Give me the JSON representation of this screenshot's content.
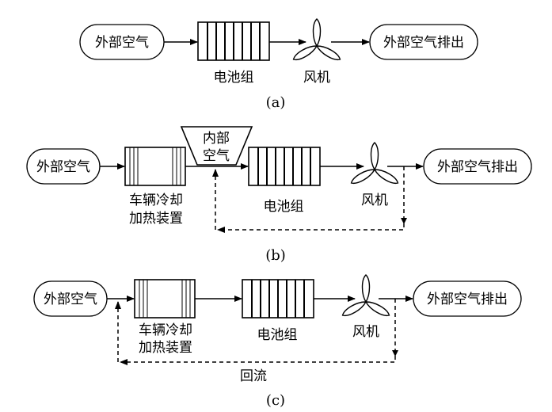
{
  "colors": {
    "stroke": "#000000",
    "background": "#ffffff"
  },
  "panel_a": {
    "caption": "(a)",
    "inlet": "外部空气",
    "battery_label": "电池组",
    "fan_label": "风机",
    "outlet": "外部空气排出"
  },
  "panel_b": {
    "caption": "(b)",
    "inlet": "外部空气",
    "hvac_label_line1": "车辆冷却",
    "hvac_label_line2": "加热装置",
    "internal_air_line1": "内部",
    "internal_air_line2": "空气",
    "battery_label": "电池组",
    "fan_label": "风机",
    "outlet": "外部空气排出"
  },
  "panel_c": {
    "caption": "(c)",
    "inlet": "外部空气",
    "hvac_label_line1": "车辆冷却",
    "hvac_label_line2": "加热装置",
    "battery_label": "电池组",
    "fan_label": "风机",
    "outlet": "外部空气排出",
    "recirculation_label": "回流"
  },
  "icons": [
    "battery-pack-icon",
    "fan-icon",
    "hvac-unit-icon",
    "flow-arrow-icon"
  ]
}
